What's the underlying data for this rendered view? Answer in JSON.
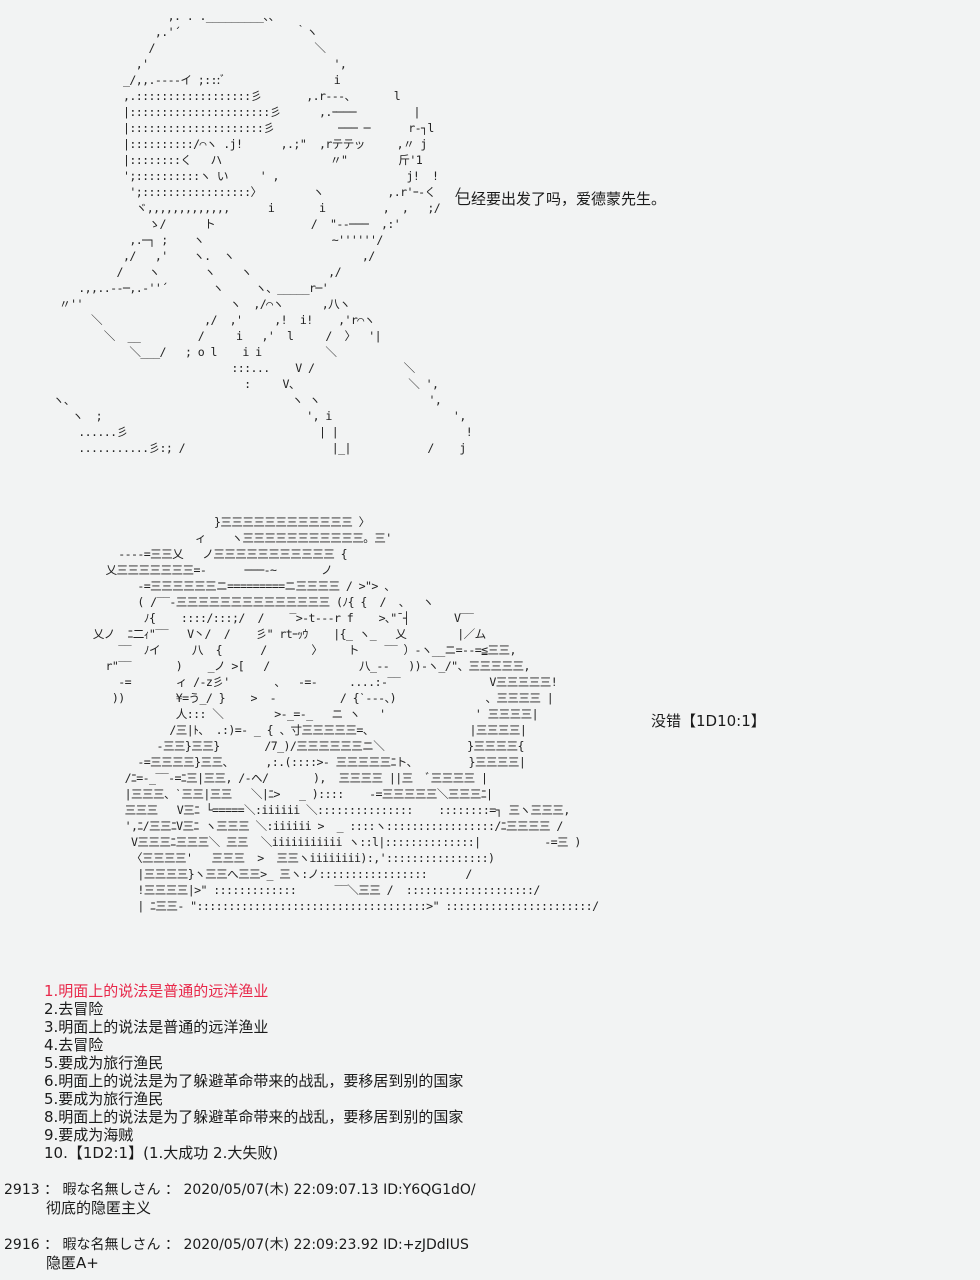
{
  "ascii_art": {
    "figure_1_lines": [
      "                    ,. . ._________、、",
      "                  ,.'´                  ｀ヽ",
      "                 /                         ＼",
      "               ,'                             ',",
      "             _/,,.-‐‐‐イ ;:::ﾞ                 i",
      "             ,.::::::::::::::::::彡       ,.r-‐-、      l",
      "             |::::::::::::::::::::::彡      ,.ｰ───         |",
      "             |:::::::::::::::::::::彡          ─── ─      r‐┐l",
      "             |::::::::::/⌒ヽ .j!      ,.;\"  ,rテテッ     ,〃 j",
      "             |::::::::く   ハ                 〃\"        斤'1",
      "             ';::::::::::ヽ い     ' ,                    j!  !",
      "              ';:::::::::::::::::〉        ヽ          ,.r'ｰ‐く   /",
      "               ヾ,,,,,,,,,,,,,      i       i         ,  ,   ;/",
      "                 ゝ/      ト               /  \"‐‐───  ,:'",
      "              ,.─┐ ;    ヽ                    ~''''''/",
      "             ,/   ,'    ヽ.  ヽ                    ,/",
      "            /    ヽ       ヽ    ヽ            ,/",
      "      .,,..-‐─,.-''´       ヽ     ヽ、_____r─'",
      "   〃''                       ヽ  ,/⌒ヽ      ,八ヽ",
      "        ＼                ,/  ,'     ,!  i!    ,'r⌒ヽ",
      "          ＼  __         /     i   ,'  l     /  〉  '|",
      "              ＼___/   ; o l    i i          ＼",
      "                              :::...    V /              ＼",
      "                                :     V、                 ＼ ',",
      "  ヽ、                                  ヽ ヽ                 ',",
      "     ヽ  ;                                ', i                   ',",
      "      ......彡                              | |                    !",
      "      ...........彡:; /                       |_|            /    j"
    ],
    "figure_2_lines": [
      "                     }三三三三三三三三三三三三 〉",
      "                  ィ    ヽ三三三三三三三三三三三。三'",
      "      ‐‐‐‐=三三乂   ノ三三三三三三三三三三三 {",
      "    乂三三三三三三三=-      ───‐~       ノ",
      "         -=三三三三三三ニ=========ニ三三三三 / >\"> 、",
      "         ( /‾‾-三三三三三三三三三三三三三三 (ﾉ{ {  /  、  ヽ",
      "          ﾉ{    ::::/:::;/  /    ‾>‐t‐‐‐r f    >､\"¯┤       V‾‾",
      "  乂ノ  ﾆ二ｨ\"‾‾   V丶/  /    彡\" rtｰｯｳ    |{_ ヽ_   乂        |／ム",
      "      ‾‾  ﾉイ     八  {      /       〉    ト    ‾‾ ）‐ヽ__ニ=‐‐=≦三三,",
      "    r\"‾‾       )    _ノ >[   /              八_‐‐   ))‐ヽ_/\"、三三三三三,",
      "      -=       ィ /‐z彡'       、  ‐=‐     ....:‐‾‾              V三三三三三!",
      "     ))        ¥=う_/ }    >  -          / {ˋ‐‐‐、)              、三三三三 |",
      "               人::: ＼        >‐_=‐_   ニ ヽ   '              ' 三三三三|",
      "              /三|ﾄ、 .:)=‐ _ { 、寸三三三三三=、               |三三三三|",
      "            -三三}三三}       /7_)/三三三三三三ニ＼             }三三三三{",
      "         -=三三三三}三三、     ,:.(::::>‐ 三三三三三ﾆト、        }三三三三|",
      "       /ﾆ=‐_‾‾‐=ﾆ三|三三, /‐ヘ/       ),  三三三三 ||三  ﾞ三三三三 |",
      "       |三三三、ˋ三三|三三   ＼|ﾆ>   _ )::::    ‐=三三三三三＼三三三ﾆ|",
      "       三三三   V三ﾆ └=====＼:iiiiii ＼:::::::::::::::    ::::::::=┐ 三ヽ三三三,",
      "       ',ﾆ/三三ﾆV三ﾆ ヽ三三三 ＼:iiiiii >  _ ::::ヽ:::::::::::::::::/ﾆ三三三三 /",
      "        V三三三ﾆ三三三＼ 三三  ＼iiiiiiiiiii ヽ::l|::::::::::::::|          ‐=三 )",
      "        〈三三三三'   三三三  >  三三ヽiiiiiiii):,'::::::::::::::::)",
      "         |三三三三}ヽ三三へ三三>_ 三ヽ:ノ:::::::::::::::::      /",
      "         !三三三三|>\" :::::::::::::      ‾‾＼三三 /  ::::::::::::::::::::/",
      "         | ﾆ三三‐ \"::::::::::::::::::::::::::::::::::::>\" :::::::::::::::::::::::/"
    ]
  },
  "dialogues": {
    "line_1": "已经要出发了吗，爱德蒙先生。",
    "line_2": "没错【1D10:1】"
  },
  "choices": [
    {
      "text": "1.明面上的说法是普通的远洋渔业",
      "highlight": true
    },
    {
      "text": "2.去冒险",
      "highlight": false
    },
    {
      "text": "3.明面上的说法是普通的远洋渔业",
      "highlight": false
    },
    {
      "text": "4.去冒险",
      "highlight": false
    },
    {
      "text": "5.要成为旅行渔民",
      "highlight": false
    },
    {
      "text": "6.明面上的说法是为了躲避革命带来的战乱，要移居到别的国家",
      "highlight": false
    },
    {
      "text": "5.要成为旅行渔民",
      "highlight": false
    },
    {
      "text": "8.明面上的说法是为了躲避革命带来的战乱，要移居到别的国家",
      "highlight": false
    },
    {
      "text": "9.要成为海贼",
      "highlight": false
    },
    {
      "text": "10.【1D2:1】(1.大成功  2.大失败)",
      "highlight": false
    }
  ],
  "replies": [
    {
      "number": "2913",
      "separator": "：",
      "name": "暇な名無しさん",
      "date": "2020/05/07(木) 22:09:07.13",
      "id": "ID:Y6QG1dO/",
      "body": "彻底的隐匿主义"
    },
    {
      "number": "2916",
      "separator": "：",
      "name": "暇な名無しさん",
      "date": "2020/05/07(木) 22:09:23.92",
      "id": "ID:+zJDdIUS",
      "body": "隐匿A+"
    }
  ],
  "colors": {
    "background": "#f2f3f3",
    "text": "#1a1a1a",
    "highlight": "#e8284a"
  }
}
